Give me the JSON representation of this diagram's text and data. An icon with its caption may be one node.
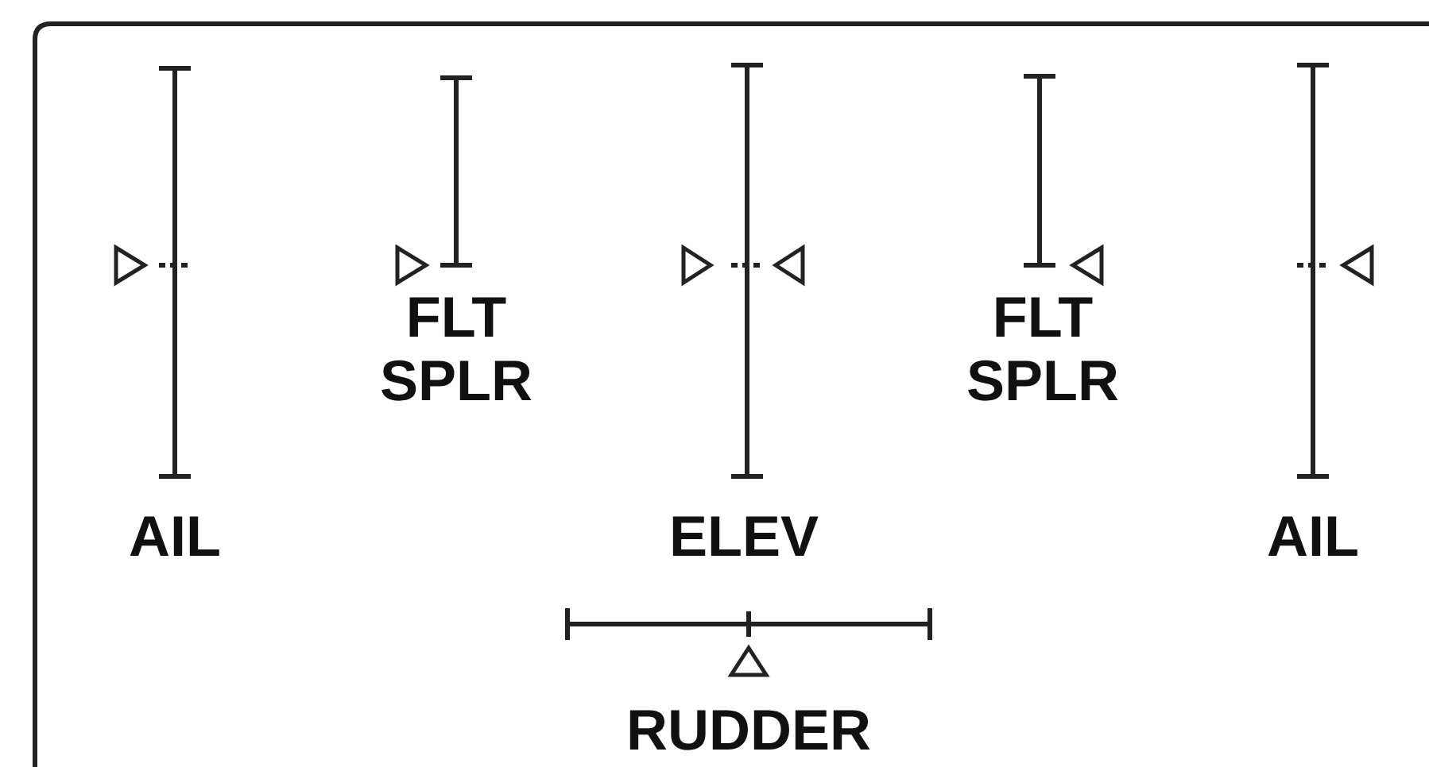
{
  "diagram": {
    "labels": [
      "AIL",
      "FLT SPLR",
      "ELEV",
      "FLT SPLR",
      "AIL",
      "RUDDER"
    ]
  }
}
